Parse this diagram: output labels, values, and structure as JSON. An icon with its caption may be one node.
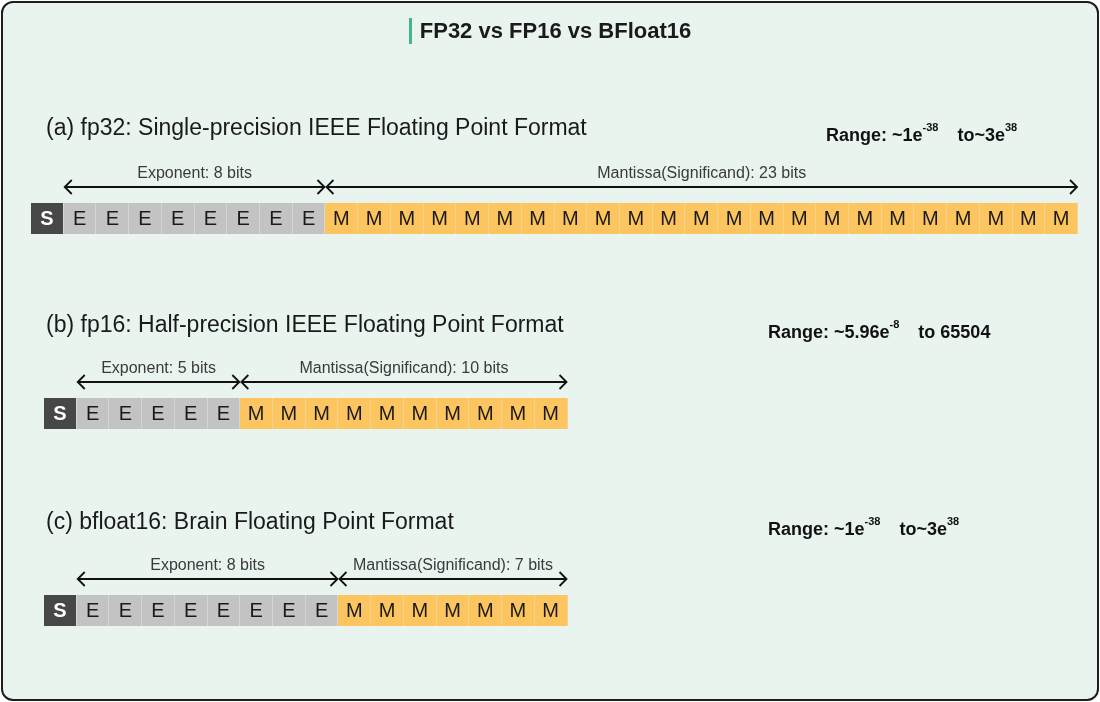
{
  "diagram": {
    "title": "FP32 vs FP16 vs BFloat16",
    "nodes": [
      {
        "text": [
          "S"
        ]
      },
      {
        "text": [
          "E"
        ]
      },
      {
        "text": [
          "E"
        ]
      },
      {
        "text": [
          "E"
        ]
      },
      {
        "text": [
          "E"
        ]
      },
      {
        "text": [
          "E"
        ]
      },
      {
        "text": [
          "E"
        ]
      },
      {
        "text": [
          "E"
        ]
      },
      {
        "text": [
          "E"
        ]
      },
      {
        "text": [
          "M"
        ]
      },
      {
        "text": [
          "M"
        ]
      },
      {
        "text": [
          "M"
        ]
      },
      {
        "text": [
          "M"
        ]
      },
      {
        "text": [
          "M"
        ]
      },
      {
        "text": [
          "M"
        ]
      },
      {
        "text": [
          "M"
        ]
      },
      {
        "text": [
          "M"
        ]
      },
      {
        "text": [
          "M"
        ]
      },
      {
        "text": [
          "M"
        ]
      },
      {
        "text": [
          "M"
        ]
      },
      {
        "text": [
          "M"
        ]
      },
      {
        "text": [
          "M"
        ]
      },
      {
        "text": [
          "M"
        ]
      },
      {
        "text": [
          "M"
        ]
      },
      {
        "text": [
          "M"
        ]
      },
      {
        "text": [
          "M"
        ]
      },
      {
        "text": [
          "M"
        ]
      },
      {
        "text": [
          "M"
        ]
      },
      {
        "text": [
          "M"
        ]
      },
      {
        "text": [
          "M"
        ]
      },
      {
        "text": [
          "M"
        ]
      },
      {
        "text": [
          "M"
        ]
      },
      {
        "text": [
          "S"
        ]
      },
      {
        "text": [
          "E"
        ]
      },
      {
        "text": [
          "E"
        ]
      },
      {
        "text": [
          "E"
        ]
      },
      {
        "text": [
          "E"
        ]
      },
      {
        "text": [
          "E"
        ]
      },
      {
        "text": [
          "M"
        ]
      },
      {
        "text": [
          "M"
        ]
      },
      {
        "text": [
          "M"
        ]
      },
      {
        "text": [
          "M"
        ]
      },
      {
        "text": [
          "M"
        ]
      },
      {
        "text": [
          "M"
        ]
      },
      {
        "text": [
          "M"
        ]
      },
      {
        "text": [
          "M"
        ]
      },
      {
        "text": [
          "M"
        ]
      },
      {
        "text": [
          "M"
        ]
      },
      {
        "text": [
          "S"
        ]
      },
      {
        "text": [
          "E"
        ]
      },
      {
        "text": [
          "E"
        ]
      },
      {
        "text": [
          "E"
        ]
      },
      {
        "text": [
          "E"
        ]
      },
      {
        "text": [
          "E"
        ]
      },
      {
        "text": [
          "E"
        ]
      },
      {
        "text": [
          "E"
        ]
      },
      {
        "text": [
          "E"
        ]
      },
      {
        "text": [
          "M"
        ]
      },
      {
        "text": [
          "M"
        ]
      },
      {
        "text": [
          "M"
        ]
      },
      {
        "text": [
          "M"
        ]
      },
      {
        "text": [
          "M"
        ]
      },
      {
        "text": [
          "M"
        ]
      },
      {
        "text": [
          "M"
        ]
      }
    ],
    "labels": [
      "(a) fp32: Single-precision IEEE Floating Point Format",
      "Range: ~1e$^{-38}$ to~3e$^{38}$",
      "Exponent: 8 bits",
      "Mantissa(Significand): 23 bits",
      "(b) fp16: Half-precision IEEE Floating Point Format",
      "Range: ~5.96e$^{-8}$ to 65504",
      "Exponent: 5 bits",
      "Mantissa(Significand): 10 bits",
      "(c) bfloat16: Brain Floating Point Format",
      "Range: ~1e$^{-38}$ to~3e$^{38}$",
      "Exponent: 8 bits",
      "Mantissa(Significand): 7 bits"
    ]
  }
}
